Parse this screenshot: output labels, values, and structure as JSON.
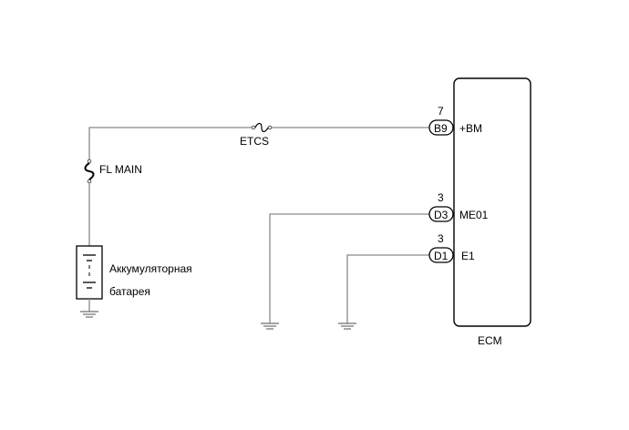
{
  "ecm": {
    "label": "ECM",
    "pins": [
      {
        "connector": "B9",
        "number": "7",
        "name": "+BM"
      },
      {
        "connector": "D3",
        "number": "3",
        "name": "ME01"
      },
      {
        "connector": "D1",
        "number": "3",
        "name": "E1"
      }
    ]
  },
  "fuses": {
    "etcs": "ETCS",
    "fl_main": "FL MAIN"
  },
  "battery": {
    "line1": "Аккумуляторная",
    "line2": "батарея"
  }
}
